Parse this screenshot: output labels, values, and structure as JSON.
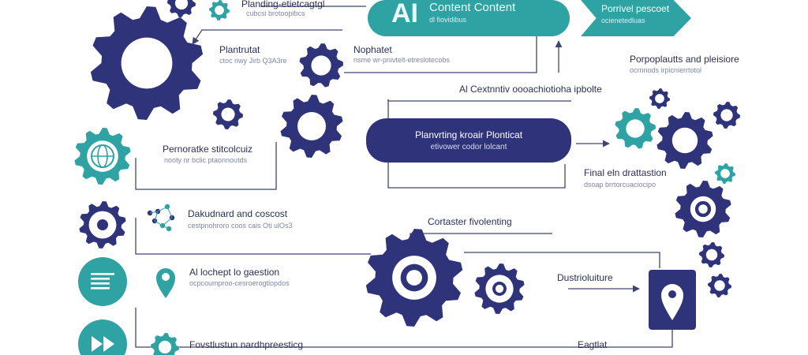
{
  "colors": {
    "navy": "#2f347a",
    "teal": "#2fa2a4",
    "line": "#3f456e",
    "muted": "#7e86a4"
  },
  "top_banner": {
    "mark": "AI",
    "title": "Content Content",
    "subtitle": "dl fiovidibus"
  },
  "top_tag": {
    "title": "Porrivel pescoet",
    "subtitle": "ocienetedluas"
  },
  "center_pill": {
    "title": "Planvrting kroair Plonticat",
    "subtitle": "etivower codor lolcant"
  },
  "labels": {
    "gear_top_title": "Planding-etietcagtgl",
    "gear_top_sub": "cubcsi brotoopibcs",
    "left_top_title": "Plantrutat",
    "left_top_sub": "ctoc riwy Jirb Q3A3re",
    "mid_top_title": "Nophatet",
    "mid_top_sub": "nsme wr-pnivtelt-etreslotecobs",
    "right_top_title": "Porpoplautts and pleisiore",
    "right_top_sub": "ocrnnods irpicnierrtotol",
    "mid_upper_right": "Al Cextnntiv oooachiotioha ipbolte",
    "left_mid_title": "Pernoratke stitcolcuiz",
    "left_mid_sub": "nooty nr bclic ptaonnoutds",
    "final_title": "Final eln drattastion",
    "final_sub": "dsoap brrtorcuaciocipo",
    "left_lower_title": "Dakudnard and coscost",
    "left_lower_sub": "cestpnohroro coos cais Oti ulOs3",
    "center_lower": "Cortaster fivolenting",
    "left_ai_title": "Al lochept lo gaestion",
    "left_ai_sub": "ocpcoumproo-cesroerogtlopdos",
    "distrib": "Dustrioluiture",
    "bottom_left": "Fovstlustun nardhpreesticg",
    "bottom_right": "Eagtlat"
  }
}
